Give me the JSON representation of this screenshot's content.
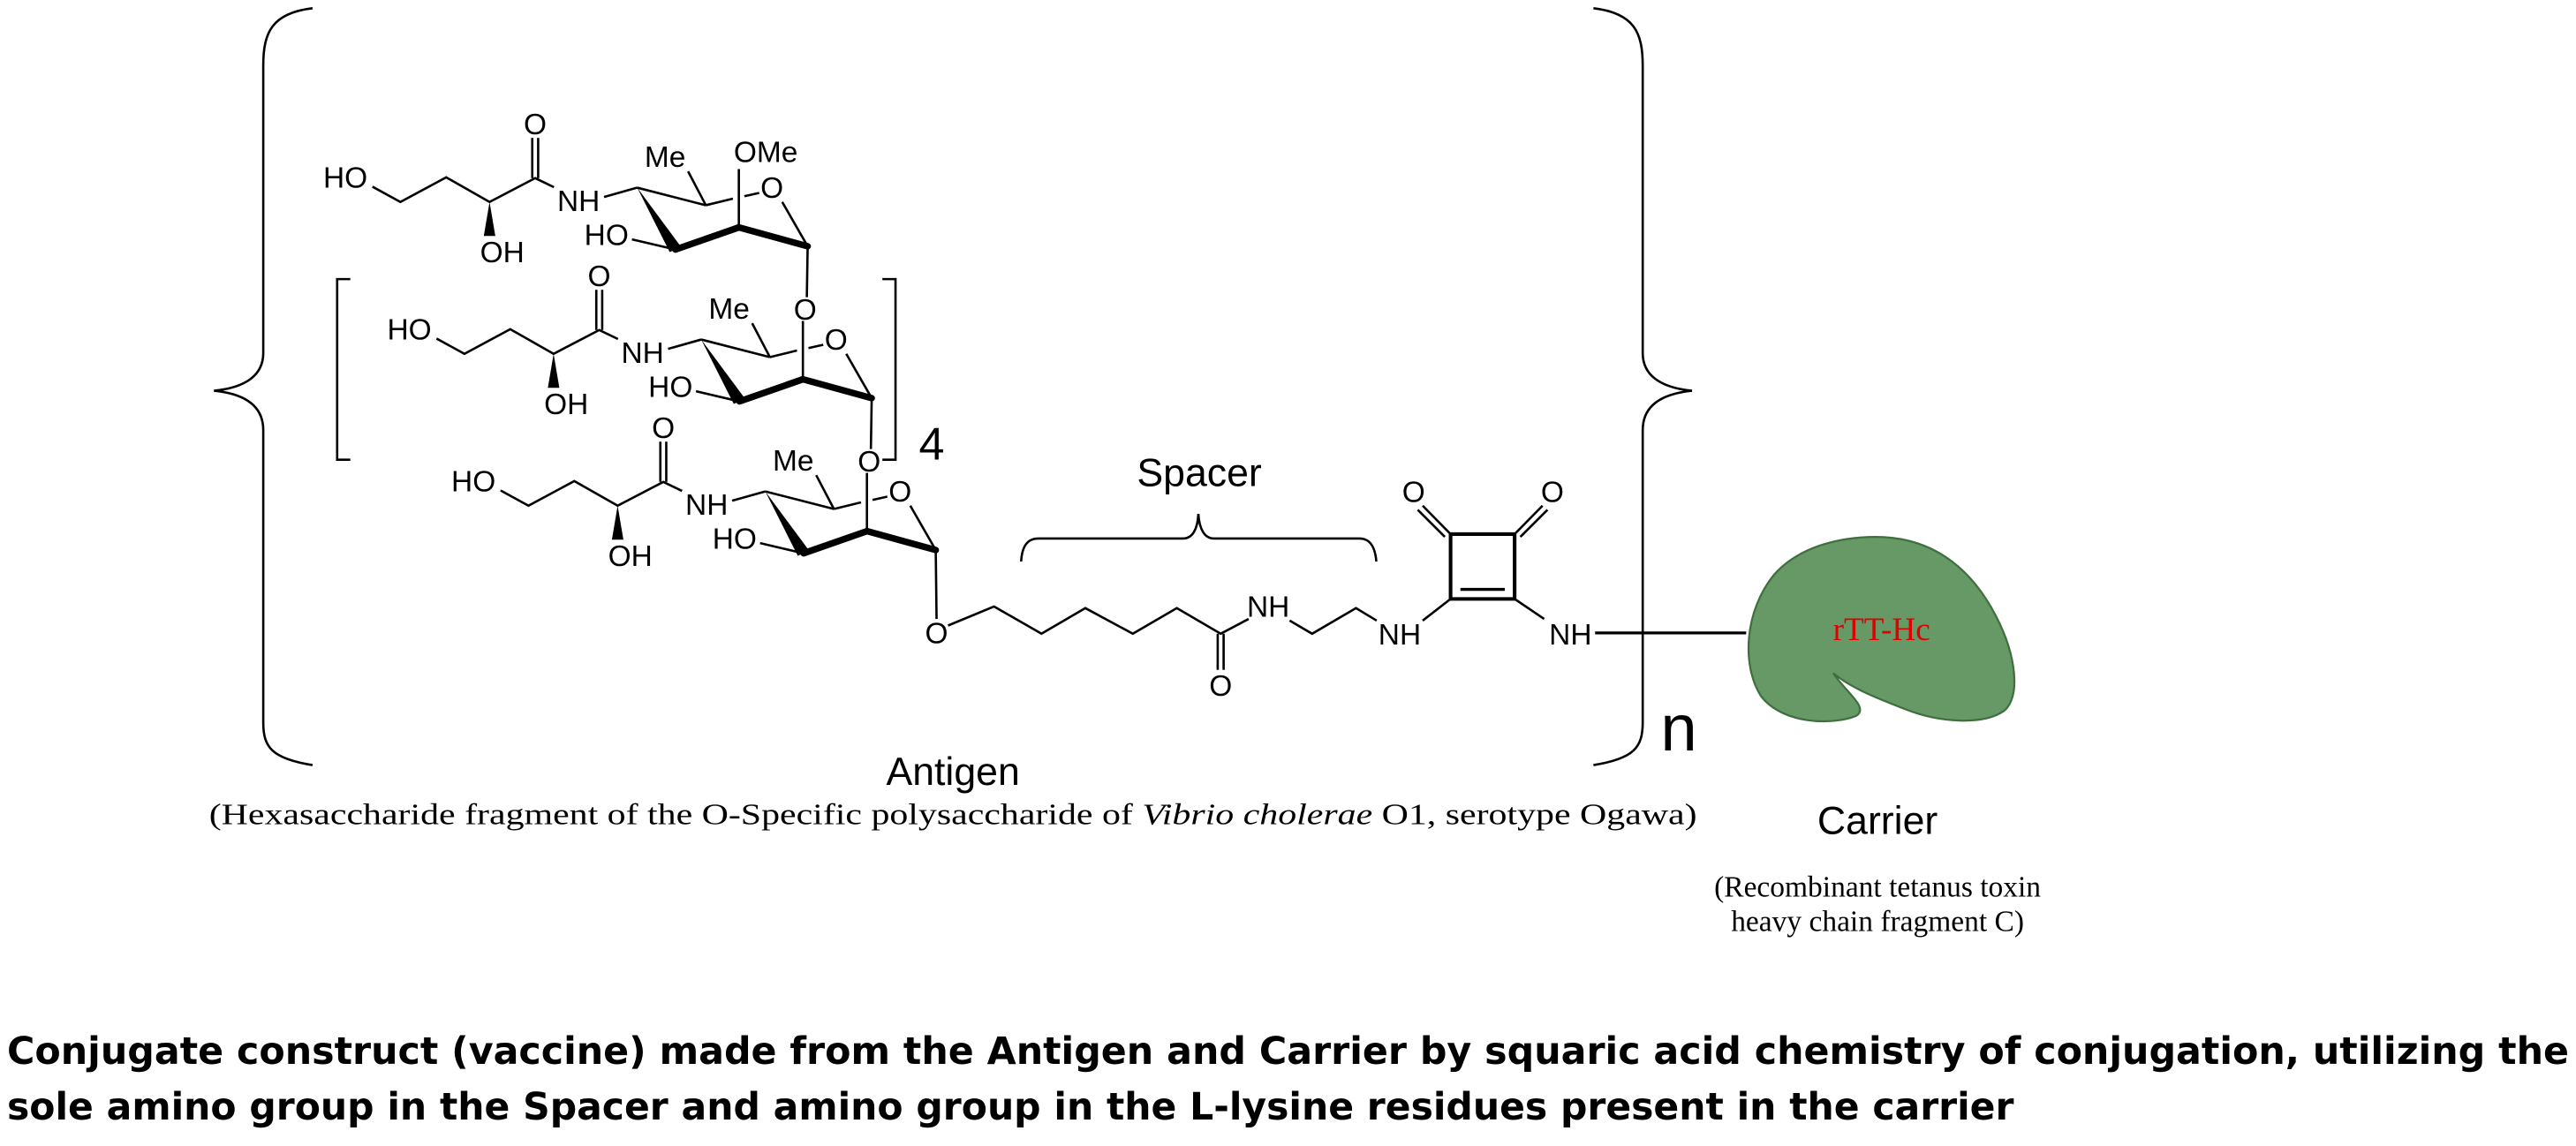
{
  "antigen": {
    "units": [
      {
        "ho_chain": "HO",
        "oh": "OH",
        "carbonyl_o": "O",
        "nh": "NH",
        "me": "Me",
        "ring_o": "O",
        "ho_ring": "HO",
        "top_sub": "OMe",
        "glyco_o": "O"
      },
      {
        "ho_chain": "HO",
        "oh": "OH",
        "carbonyl_o": "O",
        "nh": "NH",
        "me": "Me",
        "ring_o": "O",
        "ho_ring": "HO",
        "glyco_o": "O"
      },
      {
        "ho_chain": "HO",
        "oh": "OH",
        "carbonyl_o": "O",
        "nh": "NH",
        "me": "Me",
        "ring_o": "O",
        "ho_ring": "HO",
        "glyco_o": "O"
      }
    ],
    "repeat_count": "4",
    "label": "Antigen",
    "description_prefix": "(Hexasaccharide fragment of the O-Specific polysaccharide of ",
    "description_italic": "Vibrio cholerae",
    "description_suffix": " O1, serotype Ogawa)"
  },
  "spacer": {
    "label": "Spacer",
    "amide_o": "O",
    "amide_nh": "NH",
    "amine_nh": "NH"
  },
  "squarate": {
    "o_left": "O",
    "o_right": "O",
    "nh_right": "NH"
  },
  "polymer_index": "n",
  "carrier": {
    "name": "rTT-Hc",
    "label": "Carrier",
    "description_line1": "(Recombinant tetanus toxin",
    "description_line2": "heavy chain fragment C)",
    "fill_color": "#669966",
    "text_color": "#e00000"
  },
  "caption": {
    "line1": "Conjugate construct (vaccine) made from the Antigen and Carrier by squaric acid chemistry of conjugation, utilizing the",
    "line2": "sole amino group in the Spacer and amino group in the L-lysine residues present in the carrier"
  }
}
